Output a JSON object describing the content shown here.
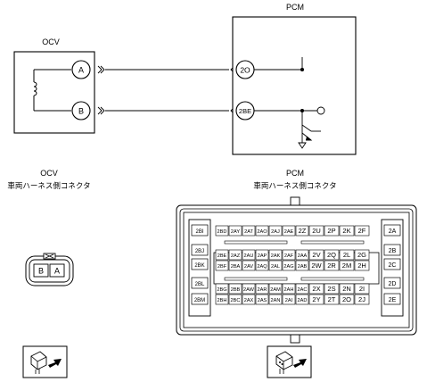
{
  "diagram": {
    "ocv_label": "OCV",
    "pcm_label": "PCM",
    "ocv_terminal_a": "A",
    "ocv_terminal_b": "B",
    "pcm_terminal_top": "2O",
    "pcm_terminal_bottom": "2BE"
  },
  "connectors": {
    "ocv_caption_line1": "OCV",
    "ocv_caption_line2": "車両ハーネス側コネクタ",
    "pcm_caption_line1": "PCM",
    "pcm_caption_line2": "車両ハーネス側コネクタ",
    "ocv_pins": [
      "B",
      "A"
    ],
    "pcm_left_labels": [
      "2BI",
      "2BJ",
      "2BK",
      "2BL",
      "2BM"
    ],
    "pcm_right_labels": [
      "2A",
      "2B",
      "2C",
      "2D",
      "2E"
    ],
    "pcm_rows": [
      [
        "2BD",
        "2AY",
        "2AT",
        "2AO",
        "2AJ",
        "2AE",
        "2Z",
        "2U",
        "2P",
        "2K",
        "2F"
      ],
      [
        "2BE",
        "2AZ",
        "2AU",
        "2AP",
        "2AK",
        "2AF",
        "2AA",
        "2V",
        "2Q",
        "2L",
        "2G"
      ],
      [
        "2BF",
        "2BA",
        "2AV",
        "2AQ",
        "2AL",
        "2AG",
        "2AB",
        "2W",
        "2R",
        "2M",
        "2H"
      ],
      [
        "2BG",
        "2BB",
        "2AW",
        "2AR",
        "2AM",
        "2AH",
        "2AC",
        "2X",
        "2S",
        "2N",
        "2I"
      ],
      [
        "2BH",
        "2BC",
        "2AX",
        "2AS",
        "2AN",
        "2AI",
        "2AD",
        "2Y",
        "2T",
        "2O",
        "2J"
      ]
    ]
  },
  "icons": {
    "left": "connector-view-icon",
    "right": "connector-view-icon"
  }
}
